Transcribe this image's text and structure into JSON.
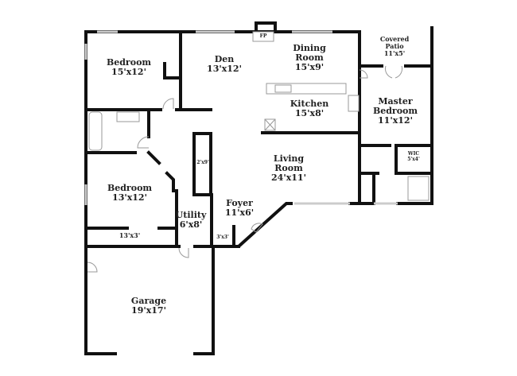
{
  "rooms": [
    {
      "name": "Bedroom",
      "size": "15'x12'"
    },
    {
      "name": "Den",
      "size": "13'x12'"
    },
    {
      "name": "Dining Room",
      "size": "15'x9'"
    },
    {
      "name": "Covered Patio",
      "size": "11'x5'"
    },
    {
      "name": "Kitchen",
      "size": "15'x8'"
    },
    {
      "name": "Master Bedroom",
      "size": "11'x12'"
    },
    {
      "name": "WIC",
      "size": "5'x4'"
    },
    {
      "name": "Living Room",
      "size": "24'x11'"
    },
    {
      "name": "Bedroom",
      "size": "13'x12'"
    },
    {
      "name": "Foyer",
      "size": "11'x6'"
    },
    {
      "name": "Utility",
      "size": "6'x8'"
    },
    {
      "name": "Garage",
      "size": "19'x17'"
    }
  ],
  "closets": [
    "2'x9'",
    "13'x3'",
    "3'x3'"
  ],
  "fireplace_label": "FP",
  "colors": {
    "wall": "#111111",
    "window": "#cccccc"
  }
}
